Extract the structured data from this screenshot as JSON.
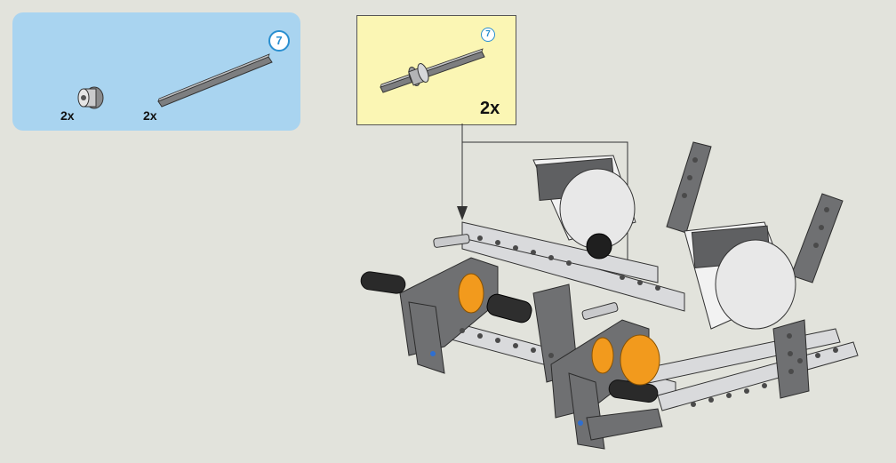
{
  "parts_list": {
    "step_number": "7",
    "items": [
      {
        "name": "bushing-icon",
        "quantity": "2x"
      },
      {
        "name": "long-axle-icon",
        "quantity": "2x"
      }
    ]
  },
  "sub_assembly": {
    "step_number": "7",
    "quantity": "2x",
    "part": "axle-with-stop-icon"
  },
  "colors": {
    "parts_panel": "#a9d4f0",
    "sub_panel": "#fbf6b4",
    "badge": "#2a8fd0",
    "beam_gray": "#6f7072",
    "beam_light": "#d9dadc",
    "orange": "#f29a1d"
  }
}
